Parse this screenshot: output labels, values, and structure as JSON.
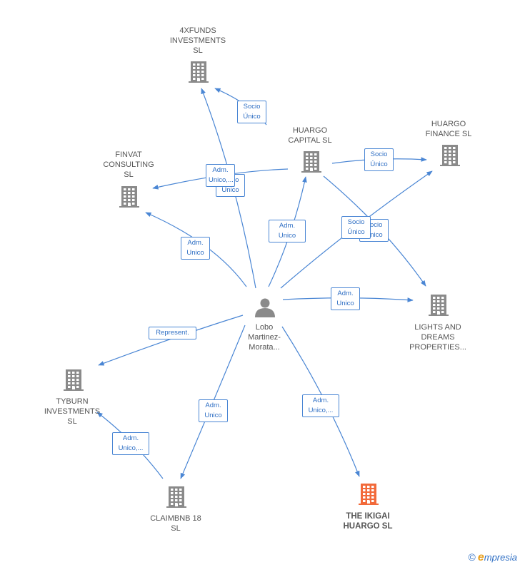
{
  "diagram": {
    "colors": {
      "edge": "#4a86d4",
      "node": "#8a8a8a",
      "highlight": "#f26a3a"
    },
    "nodes": [
      {
        "id": "4xfunds",
        "label": "4XFUNDS\nINVESTMENTS\nSL",
        "icon": "building-icon"
      },
      {
        "id": "huargo_capital",
        "label": "HUARGO\nCAPITAL  SL",
        "icon": "building-icon"
      },
      {
        "id": "huargo_finance",
        "label": "HUARGO\nFINANCE  SL",
        "icon": "building-icon"
      },
      {
        "id": "finvat",
        "label": "FINVAT\nCONSULTING\nSL",
        "icon": "building-icon"
      },
      {
        "id": "lights",
        "label": "LIGHTS AND\nDREAMS\nPROPERTIES...",
        "icon": "building-icon"
      },
      {
        "id": "lobo",
        "label": "Lobo\nMartinez-\nMorata...",
        "icon": "person-icon"
      },
      {
        "id": "tyburn",
        "label": "TYBURN\nINVESTMENTS\nSL",
        "icon": "building-icon"
      },
      {
        "id": "claimbnb",
        "label": "CLAIMBNB 18\nSL",
        "icon": "building-icon"
      },
      {
        "id": "ikigai",
        "label": "THE IKIGAI\nHUARGO  SL",
        "icon": "building-icon",
        "highlight": true
      }
    ],
    "edge_labels": [
      "Socio\nÚnico",
      "Socio\nÚnico",
      "Socio\nÚnico",
      "Socio\nÚnico",
      "Adm.\nUnico",
      "Adm.\nUnico,...",
      "Adm.\nUnico",
      "Adm.\nUnico",
      "Represent.",
      "Adm.\nUnico",
      "Adm.\nUnico,...",
      "Adm.\nUnico,...",
      "Socio\nÚnico"
    ]
  },
  "footer": {
    "copyright": "©",
    "brand_e": "e",
    "brand_rest": "mpresia"
  }
}
